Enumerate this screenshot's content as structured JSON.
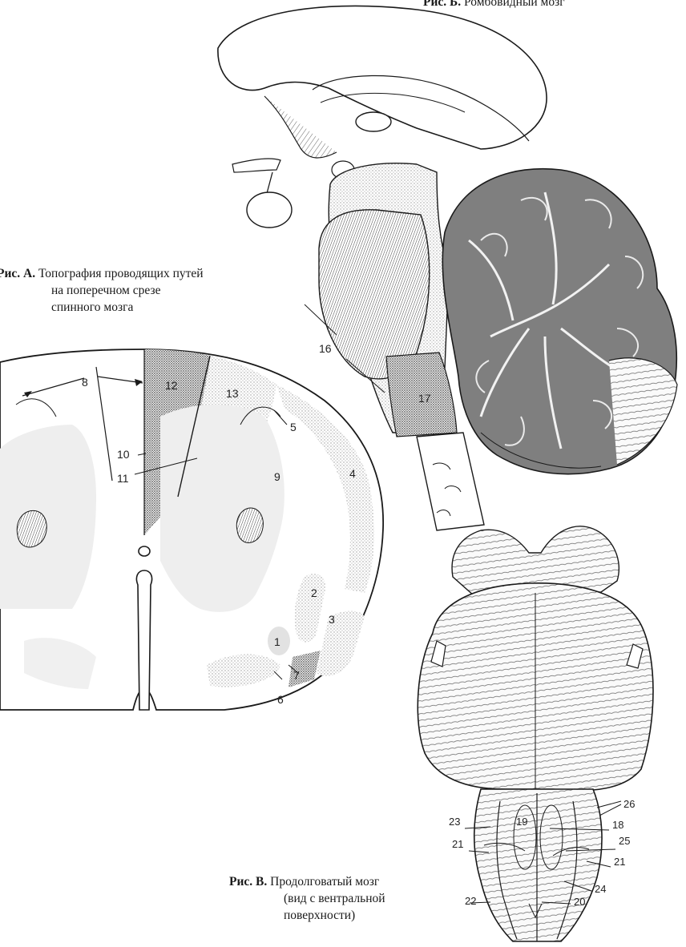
{
  "figures": {
    "top": {
      "caption_prefix": "Рис. Б.",
      "caption_text": "Ромбовидный мозг"
    },
    "a": {
      "caption_prefix": "Рис. А.",
      "caption_line1": "Топография проводящих путей",
      "caption_line2": "на поперечном срезе",
      "caption_line3": "спинного мозга",
      "labels": [
        "8",
        "12",
        "13",
        "5",
        "10",
        "11",
        "9",
        "4",
        "2",
        "3",
        "1",
        "7",
        "6"
      ]
    },
    "b": {
      "labels": [
        "16",
        "17"
      ]
    },
    "c": {
      "caption_prefix": "Рис. В.",
      "caption_line1": "Продолговатый мозг",
      "caption_line2": "(вид с вентральной",
      "caption_line3": "поверхности)",
      "labels": [
        "26",
        "23",
        "19",
        "18",
        "25",
        "21",
        "21",
        "24",
        "22",
        "20"
      ]
    }
  },
  "colors": {
    "ink": "#1a1a1a",
    "stipple_light": "#d9d9d9",
    "stipple_mid": "#c4c4c4",
    "stipple_dark": "#9a9a9a",
    "cerebellum": "#8a8a8a"
  }
}
